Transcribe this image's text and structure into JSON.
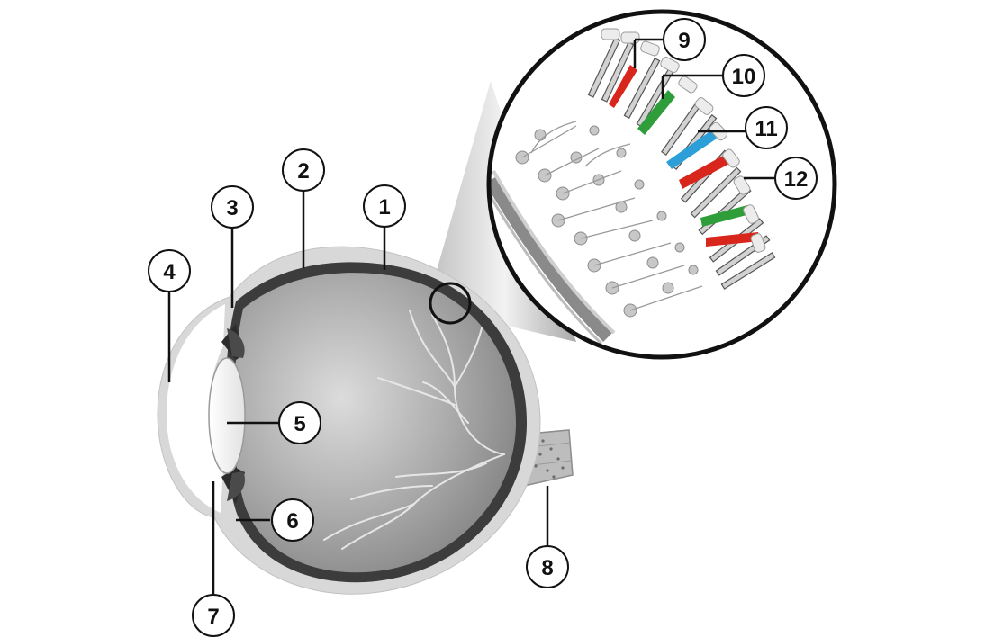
{
  "diagram": {
    "callouts": [
      {
        "id": "1",
        "label": "1"
      },
      {
        "id": "2",
        "label": "2"
      },
      {
        "id": "3",
        "label": "3"
      },
      {
        "id": "4",
        "label": "4"
      },
      {
        "id": "5",
        "label": "5"
      },
      {
        "id": "6",
        "label": "6"
      },
      {
        "id": "7",
        "label": "7"
      },
      {
        "id": "8",
        "label": "8"
      },
      {
        "id": "9",
        "label": "9"
      },
      {
        "id": "10",
        "label": "10"
      },
      {
        "id": "11",
        "label": "11"
      },
      {
        "id": "12",
        "label": "12"
      }
    ]
  },
  "colors": {
    "sclera_outer": "#d6d6d6",
    "choroid": "#3c3c3c",
    "vitreous_light": "#dcdcdc",
    "vitreous_dark": "#8a8a8a",
    "vessel": "#e6e6e6",
    "red_cone": "#d9261c",
    "green_cone": "#2f9e3a",
    "blue_cone": "#2c9fd8",
    "line": "#111111"
  }
}
